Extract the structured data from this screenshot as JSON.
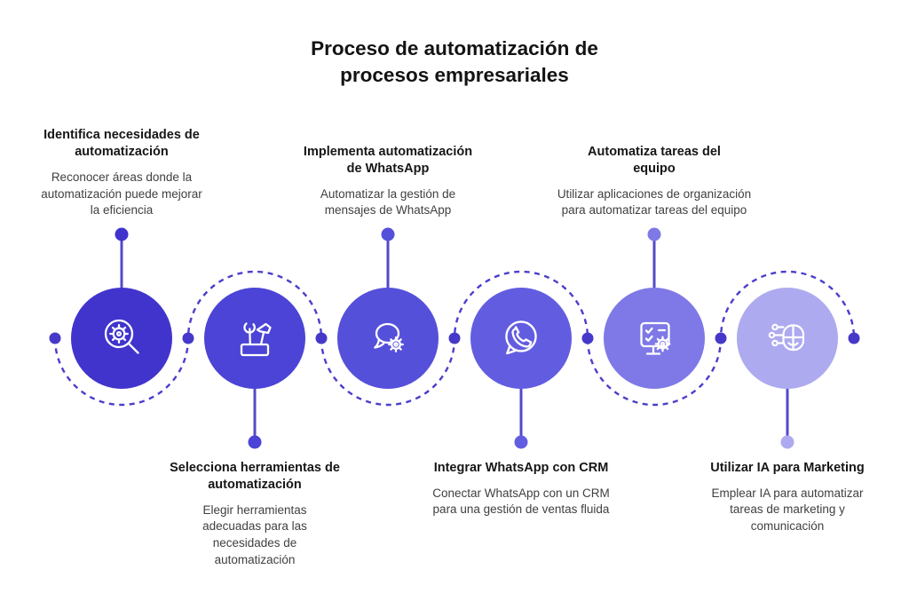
{
  "title": "Proceso de automatización de procesos empresariales",
  "steps": [
    {
      "heading": "Identifica necesidades de automatización",
      "description": "Reconocer áreas donde la automatización puede mejorar la eficiencia",
      "icon": "magnifier-gear-icon",
      "color": "#4134cc",
      "position": "top"
    },
    {
      "heading": "Selecciona herramientas de automatización",
      "description": "Elegir herramientas adecuadas para las necesidades de automatización",
      "icon": "toolbox-wrench-hammer-icon",
      "color": "#4b44d6",
      "position": "bottom"
    },
    {
      "heading": "Implementa automatización de WhatsApp",
      "description": "Automatizar la gestión de mensajes de WhatsApp",
      "icon": "chat-bubble-gear-icon",
      "color": "#5550da",
      "position": "top"
    },
    {
      "heading": "Integrar WhatsApp con CRM",
      "description": "Conectar WhatsApp con un CRM para una gestión de ventas fluida",
      "icon": "whatsapp-icon",
      "color": "#625de0",
      "position": "bottom"
    },
    {
      "heading": "Automatiza tareas del equipo",
      "description": "Utilizar aplicaciones de organización para automatizar tareas del equipo",
      "icon": "monitor-checklist-gear-icon",
      "color": "#7e79e7",
      "position": "top"
    },
    {
      "heading": "Utilizar IA para Marketing",
      "description": "Emplear IA para automatizar tareas de marketing y comunicación",
      "icon": "ai-brain-circuit-icon",
      "color": "#aeaaef",
      "position": "bottom"
    }
  ],
  "colors": {
    "connector": "#4a3ecb",
    "junction_dot": "#4638c8",
    "stem": "#544ac8",
    "title_text": "#131313",
    "body_text": "#404040",
    "background": "#ffffff",
    "icon_stroke": "#ffffff"
  }
}
